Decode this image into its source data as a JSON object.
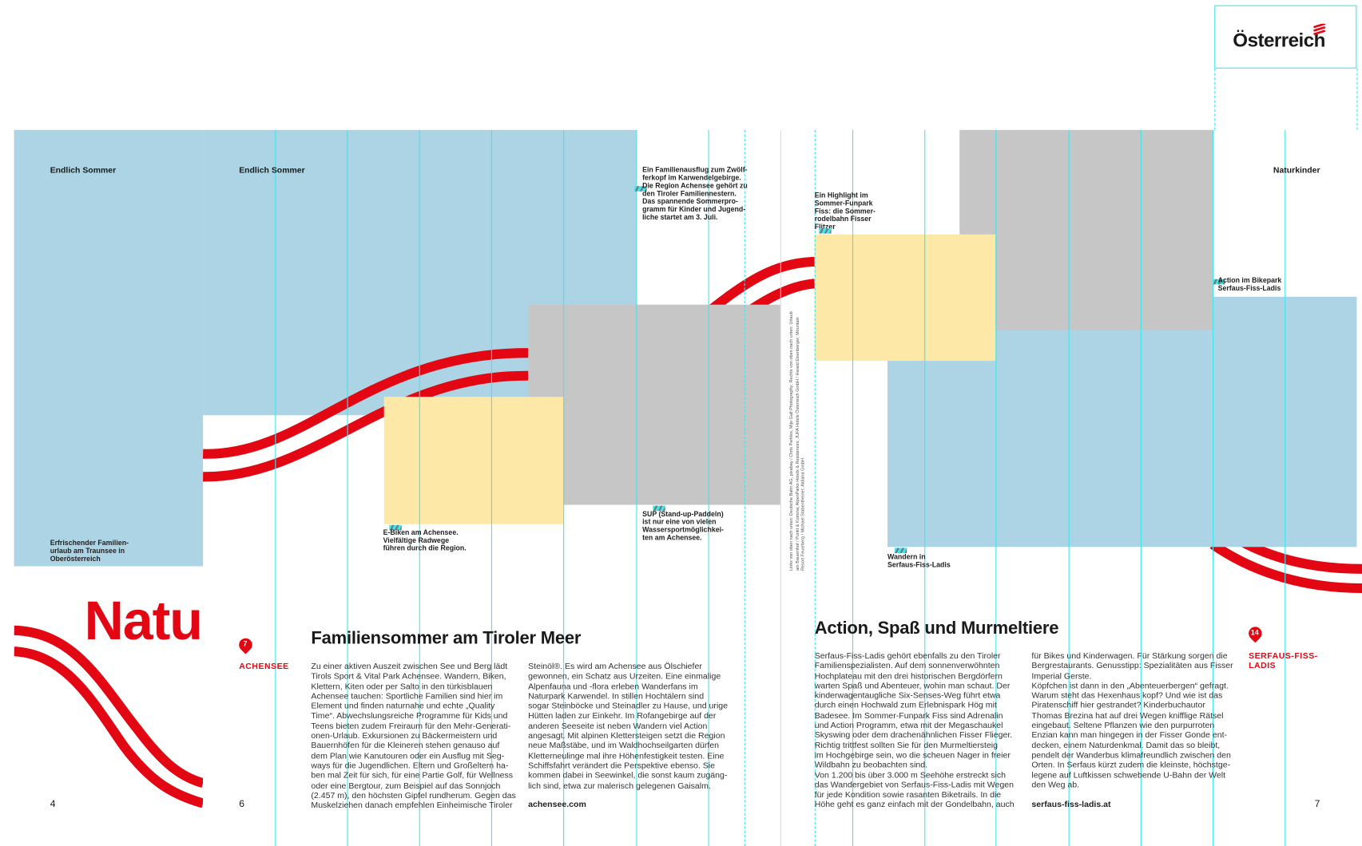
{
  "header": {
    "logo_text": "Österreich",
    "brand_color": "#e30613",
    "guide_color": "#3ee6ee"
  },
  "page4": {
    "kicker": "Endlich Sommer",
    "caption": [
      "Erfrischender Familien-",
      "urlaub am Traunsee in",
      "Oberösterreich"
    ],
    "big_title": "Natu",
    "page_number": "4"
  },
  "page6": {
    "kicker": "Endlich Sommer",
    "page_number": "6",
    "caption_top": [
      "Ein Familienausflug zum Zwölf-",
      "ferkopf im Karwendelgebirge.",
      "Die Region Achensee gehört zu",
      "den Tiroler Familiennestern.",
      "Das spannende Sommerpro-",
      "gramm für Kinder und Jugend-",
      "liche startet am 3. Juli."
    ],
    "caption_bike": [
      "E-Biken am Achensee.",
      "Vielfältige Radwege",
      "führen durch die Region."
    ],
    "caption_sup": [
      "SUP (Stand-up-Paddeln)",
      "ist nur eine von vielen",
      "Wassersportmöglichkei-",
      "ten am Achensee."
    ],
    "pin_number": "7",
    "place": "ACHENSEE",
    "title": "Familiensommer am Tiroler Meer",
    "col1": [
      "Zu einer aktiven Auszeit zwischen See und Berg lädt",
      "Tirols Sport & Vital Park Achensee. Wandern, Biken,",
      "Klettern, Kiten oder per Salto in den türkisblauen",
      "Achensee tauchen: Sportliche Familien sind hier im",
      "Element und finden naturnahe und echte „Quality",
      "Time“. Abwechslungsreiche Programme für Kids und",
      "Teens bieten zudem Freiraum für den Mehr-Generati-",
      "onen-Urlaub. Exkursionen zu Bäckermeistern und",
      "Bauernhöfen für die Kleineren stehen genauso auf",
      "dem Plan wie Kanutouren oder ein Ausflug mit Seg-",
      "ways für die Jugendlichen. Eltern und Großeltern ha-",
      "ben mal Zeit für sich, für eine Partie Golf, für Wellness",
      "oder eine Bergtour, zum Beispiel auf das Sonnjoch",
      "(2.457 m), den höchsten Gipfel rundherum. Gegen das",
      "Muskelziehen danach empfehlen Einheimische Tiroler"
    ],
    "col2": [
      "Steinöl®. Es wird am Achensee aus Ölschiefer",
      "gewonnen, ein Schatz aus Urzeiten. Eine einmalige",
      "Alpenfauna und -flora erleben Wanderfans im",
      "Naturpark Karwendel. In stillen Hochtälern sind",
      "sogar Steinböcke und Steinadler zu Hause, und urige",
      "Hütten laden zur Einkehr. Im Rofangebirge auf der",
      "anderen Seeseite ist neben Wandern viel Action",
      "angesagt. Mit alpinen Klettersteigen setzt die Region",
      "neue Maßstäbe, und im Waldhochseilgarten dürfen",
      "Kletterneulinge mal ihre Höhenfestigkeit testen. Eine",
      "Schiffsfahrt verändert die Perspektive ebenso. Sie",
      "kommen dabei in Seewinkel, die sonst kaum zugäng-",
      "lich sind, etwa zur malerisch gelegenen Gaisalm."
    ],
    "link": "achensee.com"
  },
  "credits": "Links von oben nach unten: Deutsche Bahn AG, pixabay / Chris Perkles, Mijo Gafi Photography; Rechts von oben nach unten: Urlaub am Bauernhof / Punkt & Komma; AlpenParks Hotels & Residences; JUFA Hotels Österreich GmbH / Harald Eisenberger; Mountain Resort Feuerberg / Michael Stabentheiner; Aldiana GmbH",
  "page7": {
    "kicker": "Naturkinder",
    "page_number": "7",
    "caption_highlight": [
      "Ein Highlight im",
      "Sommer-Funpark",
      "Fiss: die Sommer-",
      "rodelbahn Fisser",
      "Flitzer"
    ],
    "caption_bikepark": [
      "Action im Bikepark",
      "Serfaus-Fiss-Ladis"
    ],
    "caption_wandern": [
      "Wandern in",
      "Serfaus-Fiss-Ladis"
    ],
    "pin_number": "14",
    "place": [
      "SERFAUS-FISS-",
      "LADIS"
    ],
    "title": "Action, Spaß und Murmeltiere",
    "col1": [
      "Serfaus-Fiss-Ladis gehört ebenfalls zu den Tiroler",
      "Familienspezialisten. Auf dem sonnenverwöhnten",
      "Hochplateau mit den drei historischen Bergdörfern",
      "warten Spaß und Abenteuer, wohin man schaut. Der",
      "kinderwagentaugliche Six-Senses-Weg führt etwa",
      "durch einen Hochwald zum Erlebnispark Hög mit",
      "Badesee. Im Sommer-Funpark Fiss sind Adrenalin",
      "und Action Programm, etwa mit der Megaschaukel",
      "Skyswing oder dem drachenähnlichen Fisser Flieger.",
      "Richtig trittfest sollten Sie für den Murmeltiersteig",
      "im Hochgebirge sein, wo die scheuen Nager in freier",
      "Wildbahn zu beobachten sind.",
      "Von 1.200 bis über 3.000 m Seehöhe erstreckt sich",
      "das Wandergebiet von Serfaus-Fiss-Ladis mit Wegen",
      "für jede Kondition sowie rasanten Biketrails. In die",
      "Höhe geht es ganz einfach mit der Gondelbahn, auch"
    ],
    "col2": [
      "für Bikes und Kinderwagen. Für Stärkung sorgen die",
      "Bergrestaurants. Genusstipp: Spezialitäten aus Fisser",
      "Imperial Gerste.",
      "Köpfchen ist dann in den „Abenteuerbergen“ gefragt.",
      "Warum steht das Hexenhaus kopf? Und wie ist das",
      "Piratenschiff hier gestrandet? Kinderbuchautor",
      "Thomas Brezina hat auf drei Wegen knifflige Rätsel",
      "eingebaut. Seltene Pflanzen wie den purpurroten",
      "Enzian kann man hingegen in der Fisser Gonde ent-",
      "decken, einem Naturdenkmal. Damit das so bleibt,",
      "pendelt der Wanderbus klimafreundlich zwischen den",
      "Orten. In Serfaus kürzt zudem die kleinste, höchstge-",
      "legene auf Luftkissen schwebende U-Bahn der Welt",
      "den Weg ab."
    ],
    "link": "serfaus-fiss-ladis.at"
  }
}
